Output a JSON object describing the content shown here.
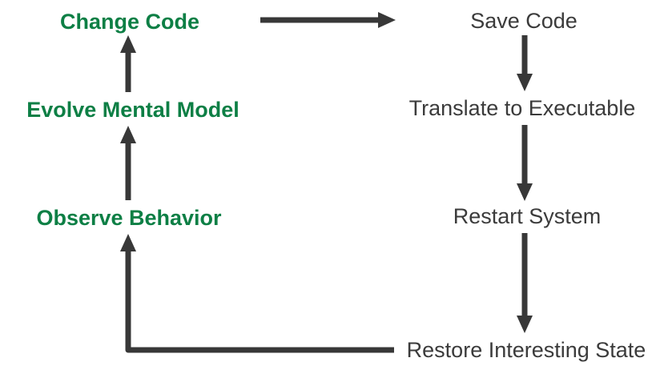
{
  "diagram": {
    "description": "Edit-compile-run feedback loop diagram",
    "inner_loop": {
      "steps": [
        {
          "label": "Change Code"
        },
        {
          "label": "Evolve Mental Model"
        },
        {
          "label": "Observe Behavior"
        }
      ]
    },
    "outer_loop": {
      "steps": [
        {
          "label": "Save Code"
        },
        {
          "label": "Translate to Executable"
        },
        {
          "label": "Restart System"
        },
        {
          "label": "Restore Interesting State"
        }
      ]
    },
    "arrows": [
      {
        "from": "Evolve Mental Model",
        "to": "Change Code"
      },
      {
        "from": "Observe Behavior",
        "to": "Evolve Mental Model"
      },
      {
        "from": "Change Code",
        "to": "Save Code"
      },
      {
        "from": "Save Code",
        "to": "Translate to Executable"
      },
      {
        "from": "Translate to Executable",
        "to": "Restart System"
      },
      {
        "from": "Restart System",
        "to": "Restore Interesting State"
      },
      {
        "from": "Restore Interesting State",
        "to": "Observe Behavior"
      }
    ]
  },
  "colors": {
    "left_text": "#0D7F45",
    "right_text": "#3B3B3B",
    "arrow": "#383838",
    "background": "#FFFFFF"
  }
}
